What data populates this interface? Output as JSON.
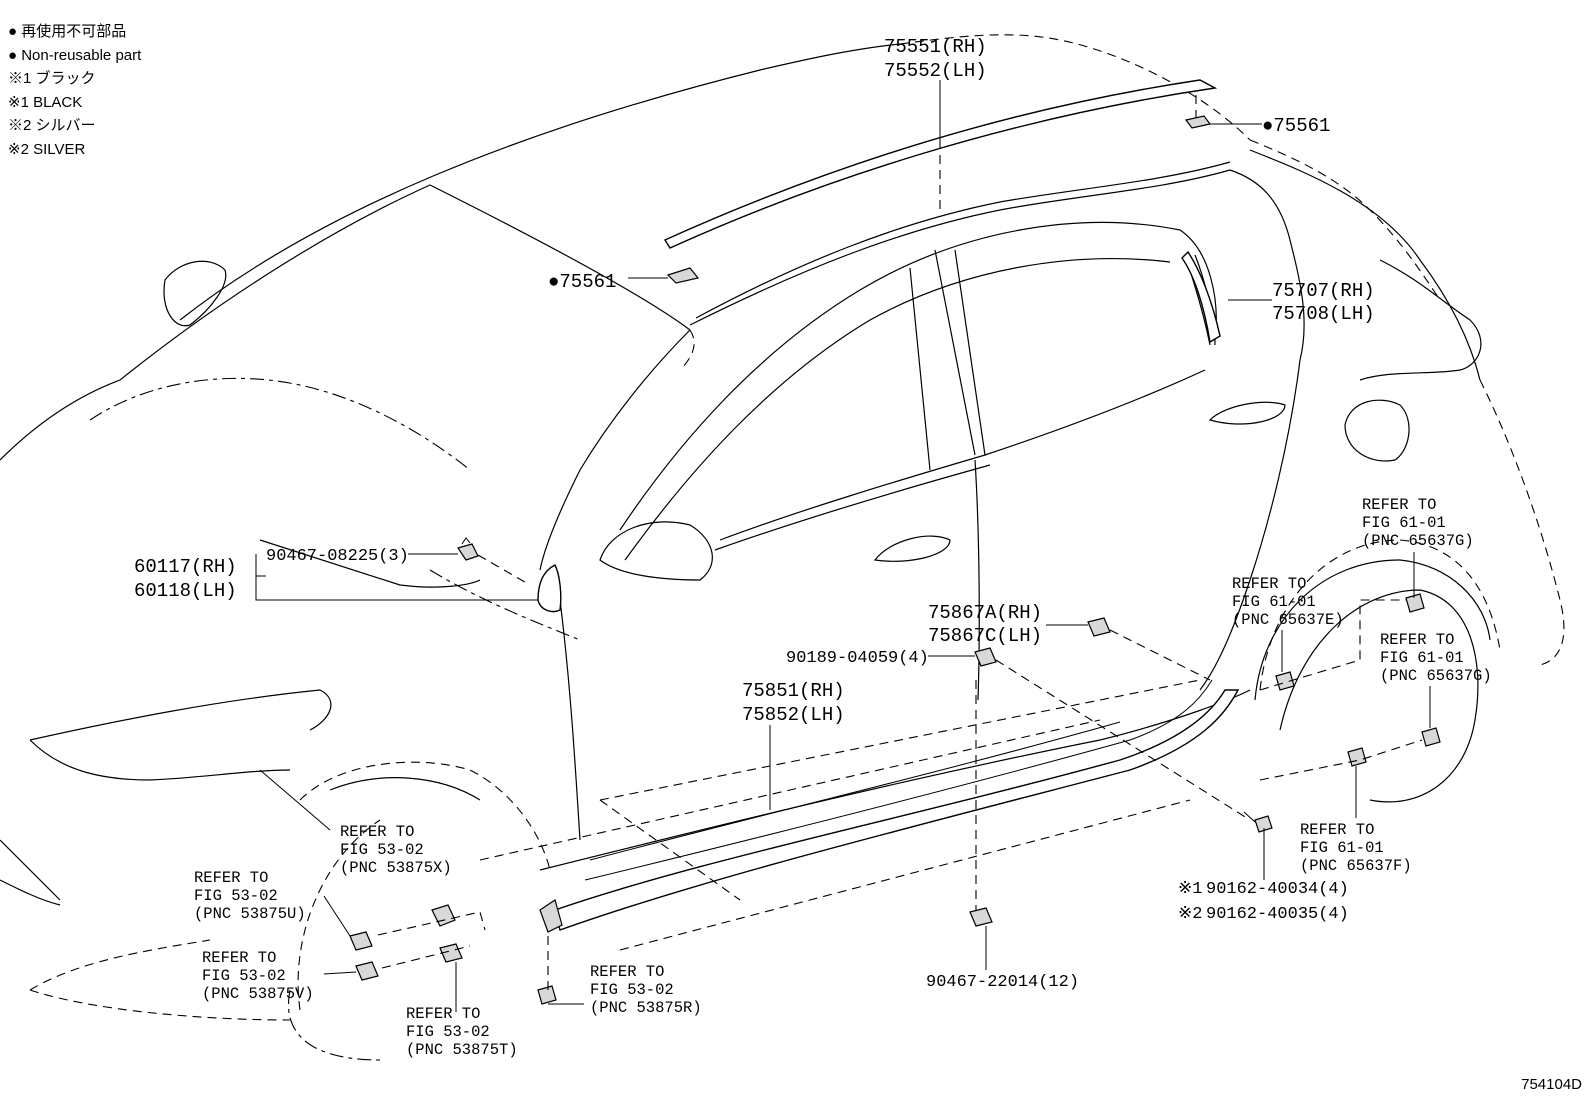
{
  "legend": {
    "line1": "● 再使用不可部品",
    "line2": "● Non-reusable part",
    "line3": "※1 ブラック",
    "line4": "※1 BLACK",
    "line5": "※2 シルバー",
    "line6": "※2 SILVER"
  },
  "callouts": {
    "roof_rh": "75551(RH)",
    "roof_lh": "75552(LH)",
    "clip_rear": "●75561",
    "clip_front": "●75561",
    "quarter_rh": "75707(RH)",
    "quarter_lh": "75708(LH)",
    "garnish_rh": "60117(RH)",
    "garnish_lh": "60118(LH)",
    "garnish_clip": "90467-08225(3)",
    "rocker_rh": "75867A(RH)",
    "rocker_lh": "75867C(LH)",
    "rocker_nut": "90189-04059(4)",
    "sill_rh": "75851(RH)",
    "sill_lh": "75852(LH)",
    "screw_black": "90162-40034(4)",
    "screw_black_mark": "※1",
    "screw_silver": "90162-40035(4)",
    "screw_silver_mark": "※2",
    "bottom_clip": "90467-22014(12)"
  },
  "refs": {
    "ref_65637G_a": [
      "REFER TO",
      "FIG 61-01",
      "(PNC 65637G)"
    ],
    "ref_65637E": [
      "REFER TO",
      "FIG 61-01",
      "(PNC 65637E)"
    ],
    "ref_65637G_b": [
      "REFER TO",
      "FIG 61-01",
      "(PNC 65637G)"
    ],
    "ref_65637F": [
      "REFER TO",
      "FIG 61-01",
      "(PNC 65637F)"
    ],
    "ref_53875X": [
      "REFER TO",
      "FIG 53-02",
      "(PNC 53875X)"
    ],
    "ref_53875U": [
      "REFER TO",
      "FIG 53-02",
      "(PNC 53875U)"
    ],
    "ref_53875V": [
      "REFER TO",
      "FIG 53-02",
      "(PNC 53875V)"
    ],
    "ref_53875R": [
      "REFER TO",
      "FIG 53-02",
      "(PNC 53875R)"
    ],
    "ref_53875T": [
      "REFER TO",
      "FIG 53-02",
      "(PNC 53875T)"
    ]
  },
  "figure_code": "754104D"
}
